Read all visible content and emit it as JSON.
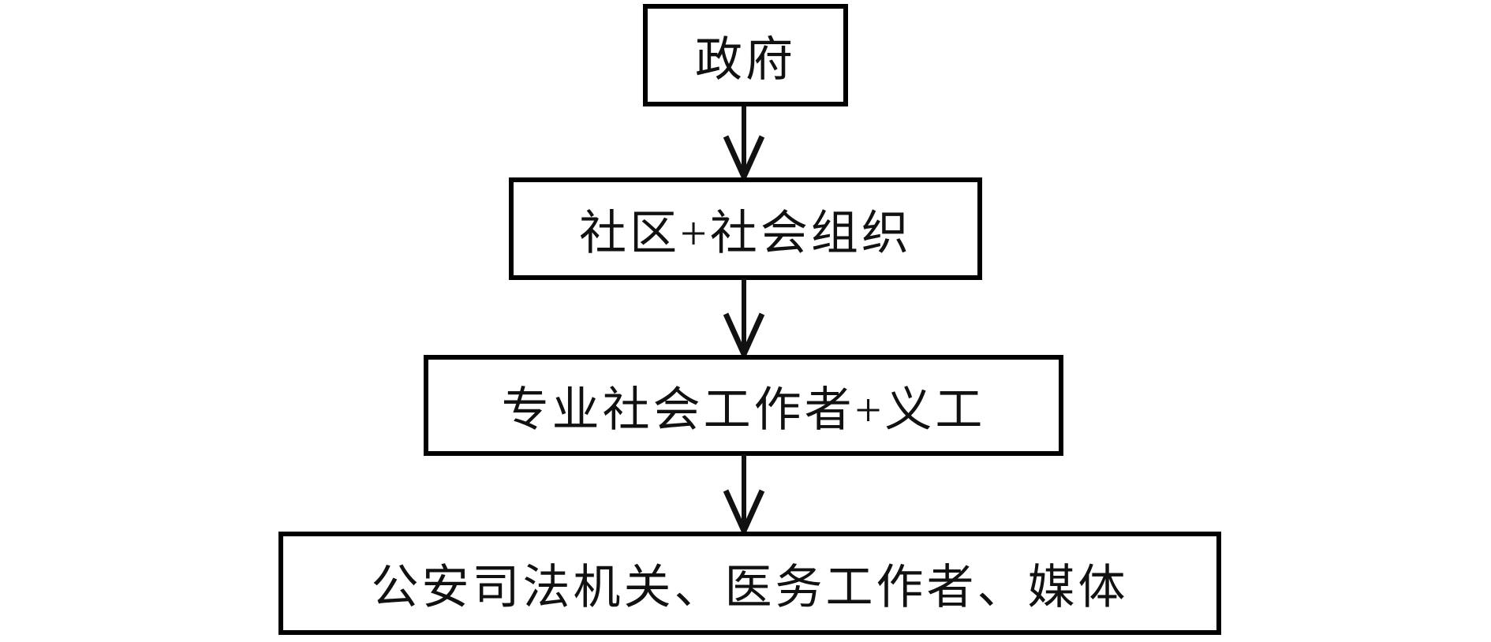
{
  "page": {
    "background_color": "#ffffff"
  },
  "diagram": {
    "type": "flowchart",
    "direction": "top-down",
    "colors": {
      "box_border": "#000000",
      "box_fill": "#ffffff",
      "text": "#111111",
      "arrow": "#111111"
    },
    "nodes": [
      {
        "id": "government",
        "label": "政府"
      },
      {
        "id": "community-social-orgs",
        "label": "社区+社会组织"
      },
      {
        "id": "social-workers-volunteers",
        "label": "专业社会工作者+义工"
      },
      {
        "id": "justice-medical-media",
        "label": "公安司法机关、医务工作者、媒体"
      }
    ],
    "edges": [
      {
        "from": "government",
        "to": "community-social-orgs",
        "style": "arrow-down"
      },
      {
        "from": "community-social-orgs",
        "to": "social-workers-volunteers",
        "style": "arrow-down"
      },
      {
        "from": "social-workers-volunteers",
        "to": "justice-medical-media",
        "style": "arrow-down"
      }
    ]
  }
}
